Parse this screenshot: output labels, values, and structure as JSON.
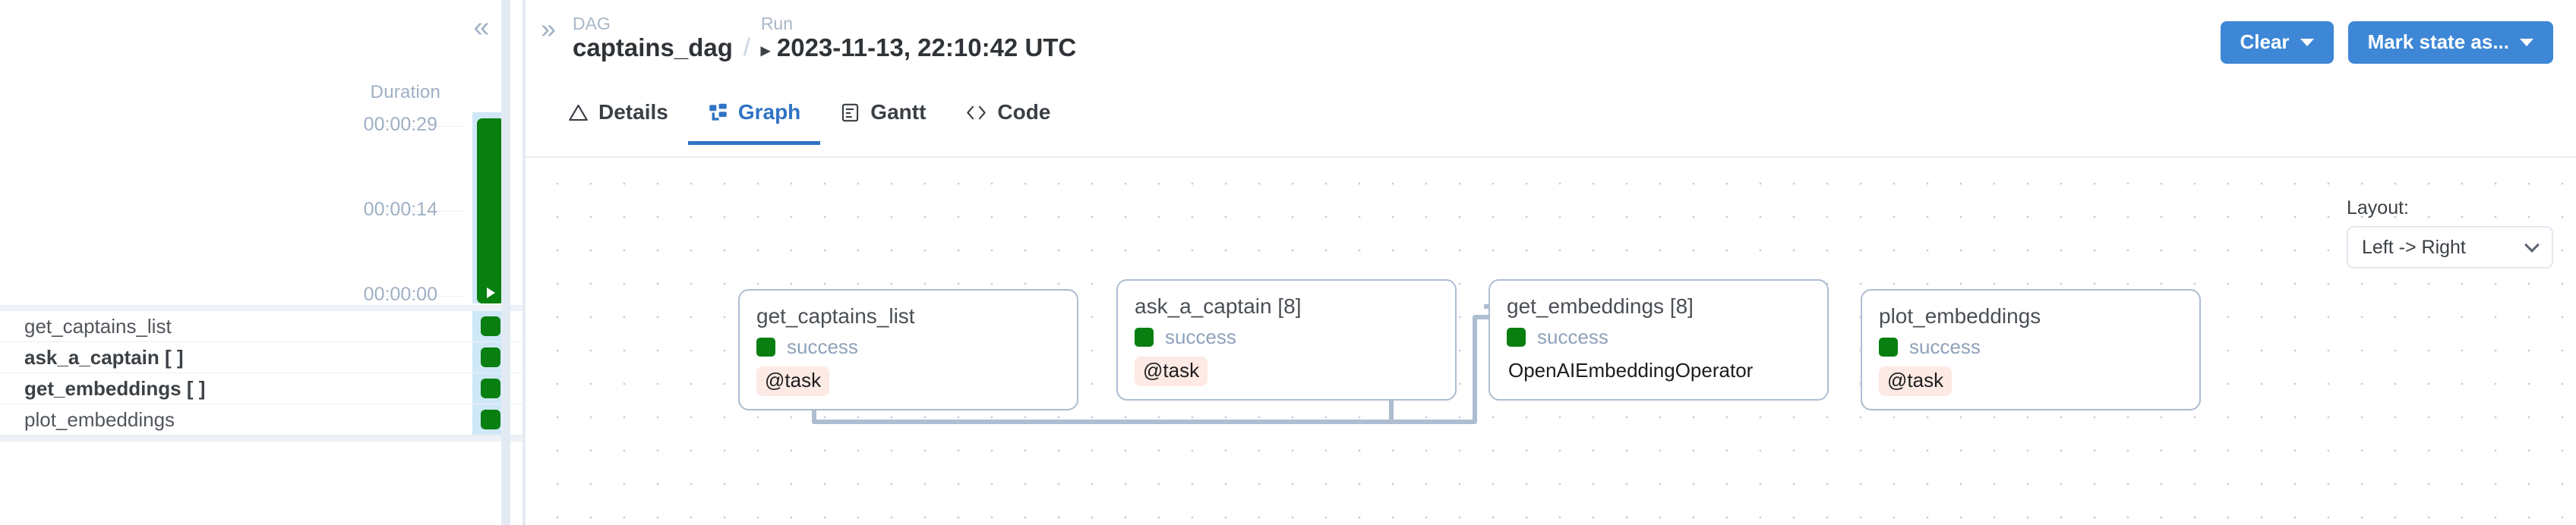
{
  "sidebar": {
    "collapse_icon": "chevrons-left-icon",
    "duration_header": "Duration",
    "axis_ticks": [
      "00:00:29",
      "00:00:14",
      "00:00:00"
    ],
    "run_bar": {
      "state": "success",
      "color": "#087f0f",
      "play_icon": "play-triangle-icon"
    },
    "tasks": [
      {
        "name": "get_captains_list",
        "state": "success",
        "bold": false
      },
      {
        "name": "ask_a_captain [ ]",
        "state": "success",
        "bold": true
      },
      {
        "name": "get_embeddings [ ]",
        "state": "success",
        "bold": true
      },
      {
        "name": "plot_embeddings",
        "state": "success",
        "bold": false
      }
    ]
  },
  "header": {
    "expand_icon": "chevrons-right-icon",
    "dag_kicker": "DAG",
    "dag_name": "captains_dag",
    "separator": "/",
    "run_kicker": "Run",
    "run_caret": "▸",
    "run_name": "2023-11-13, 22:10:42 UTC",
    "clear_label": "Clear",
    "mark_state_label": "Mark state as..."
  },
  "tabs": [
    {
      "label": "Details",
      "icon": "warning-triangle-icon",
      "active": false
    },
    {
      "label": "Graph",
      "icon": "graph-nodes-icon",
      "active": true
    },
    {
      "label": "Gantt",
      "icon": "gantt-document-icon",
      "active": false
    },
    {
      "label": "Code",
      "icon": "code-brackets-icon",
      "active": false
    }
  ],
  "graph": {
    "layout_label": "Layout:",
    "layout_value": "Left -> Right",
    "chevron_icon": "chevron-down-icon",
    "nodes": [
      {
        "title": "get_captains_list",
        "state": "success",
        "badge": "@task",
        "badge_style": "pill"
      },
      {
        "title": "ask_a_captain [8]",
        "state": "success",
        "badge": "@task",
        "badge_style": "pill"
      },
      {
        "title": "get_embeddings [8]",
        "state": "success",
        "badge": "OpenAIEmbeddingOperator",
        "badge_style": "plain"
      },
      {
        "title": "plot_embeddings",
        "state": "success",
        "badge": "@task",
        "badge_style": "pill"
      }
    ]
  },
  "colors": {
    "accent": "#3d87d6",
    "tab_active": "#2f73c4",
    "success": "#0a7f11",
    "edge": "#aebdd0",
    "selected_column": "#cfe8f8",
    "badge_bg": "#fdeae4"
  }
}
